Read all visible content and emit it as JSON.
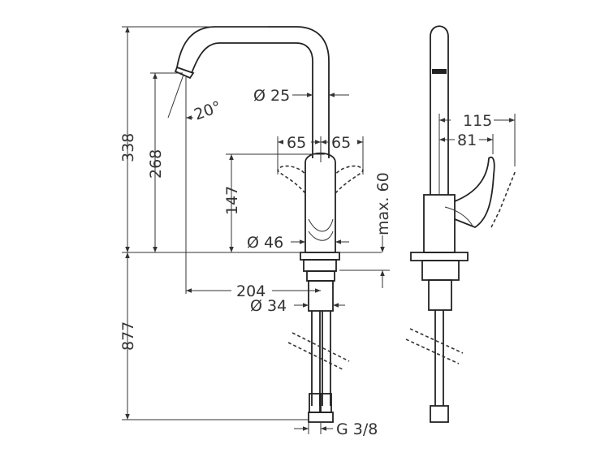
{
  "drawing": {
    "dimensions": {
      "total_height": "338",
      "spout_height": "268",
      "spout_angle": "20°",
      "spout_diameter": "Ø 25",
      "handle_swing_left": "65",
      "handle_swing_right": "65",
      "handle_height": "147",
      "max_thickness": "max. 60",
      "body_diameter": "Ø 46",
      "spout_reach": "204",
      "shank_diameter": "Ø 34",
      "hose_length": "877",
      "connection": "G 3/8",
      "side_handle_reach": "115",
      "side_body_reach": "81"
    }
  }
}
